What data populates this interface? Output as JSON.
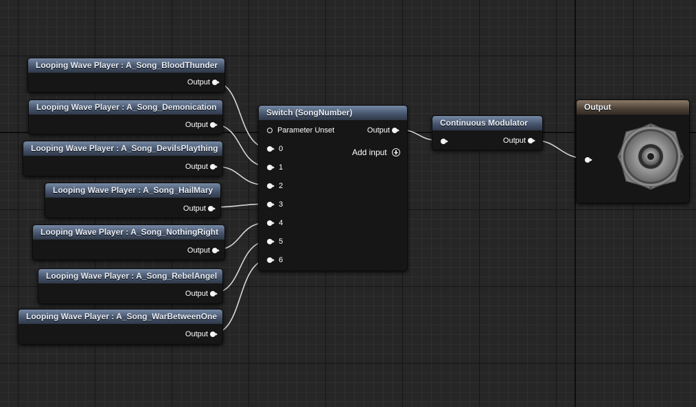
{
  "wave_players": [
    {
      "title": "Looping Wave Player : A_Song_BloodThunder",
      "output_label": "Output"
    },
    {
      "title": "Looping Wave Player : A_Song_Demonication",
      "output_label": "Output"
    },
    {
      "title": "Looping Wave Player : A_Song_DevilsPlaything",
      "output_label": "Output"
    },
    {
      "title": "Looping Wave Player : A_Song_HailMary",
      "output_label": "Output"
    },
    {
      "title": "Looping Wave Player : A_Song_NothingRight",
      "output_label": "Output"
    },
    {
      "title": "Looping Wave Player : A_Song_RebelAngel",
      "output_label": "Output"
    },
    {
      "title": "Looping Wave Player : A_Song_WarBetweenOne",
      "output_label": "Output"
    }
  ],
  "switch_node": {
    "title": "Switch (SongNumber)",
    "param_label": "Parameter Unset",
    "output_label": "Output",
    "add_input_label": "Add input",
    "inputs": [
      "0",
      "1",
      "2",
      "3",
      "4",
      "5",
      "6"
    ]
  },
  "modulator_node": {
    "title": "Continuous Modulator",
    "output_label": "Output"
  },
  "output_node": {
    "title": "Output"
  },
  "colors": {
    "graph_bg": "#262626",
    "header_blue": "#445269",
    "header_output": "#4b4036",
    "wire": "#d8d8d8"
  },
  "icons": {
    "speaker": "speaker-icon",
    "add": "add-circle-icon",
    "pin": "exec-pin-icon"
  }
}
